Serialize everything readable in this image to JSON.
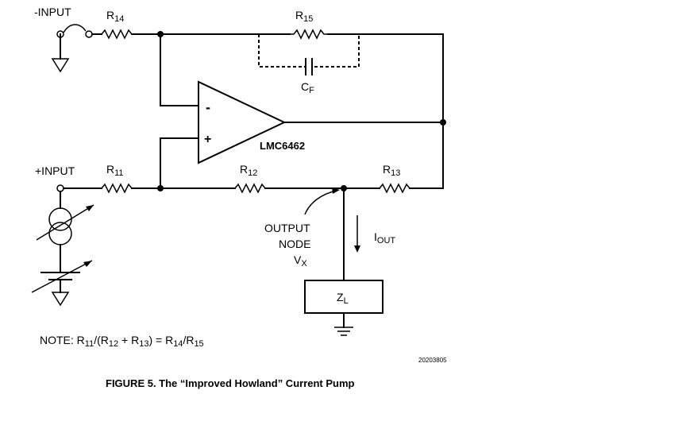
{
  "labels": {
    "neg_input": "-INPUT",
    "pos_input": "+INPUT",
    "r14": "R",
    "r14_sub": "14",
    "r15": "R",
    "r15_sub": "15",
    "r11": "R",
    "r11_sub": "11",
    "r12": "R",
    "r12_sub": "12",
    "r13": "R",
    "r13_sub": "13",
    "cf": "C",
    "cf_sub": "F",
    "opamp": "LMC6462",
    "minus": "-",
    "plus": "+",
    "output": "OUTPUT",
    "node": "NODE",
    "vx": "V",
    "vx_sub": "X",
    "iout": "I",
    "iout_sub": "OUT",
    "zl": "Z",
    "zl_sub": "L"
  },
  "note": {
    "prefix": "NOTE: R",
    "s1": "11",
    "mid1": "/(R",
    "s2": "12",
    "mid2": " + R",
    "s3": "13",
    "mid3": ") = R",
    "s4": "14",
    "mid4": "/R",
    "s5": "15"
  },
  "figure_code": "20203805",
  "caption": "FIGURE 5. The “Improved Howland” Current Pump"
}
